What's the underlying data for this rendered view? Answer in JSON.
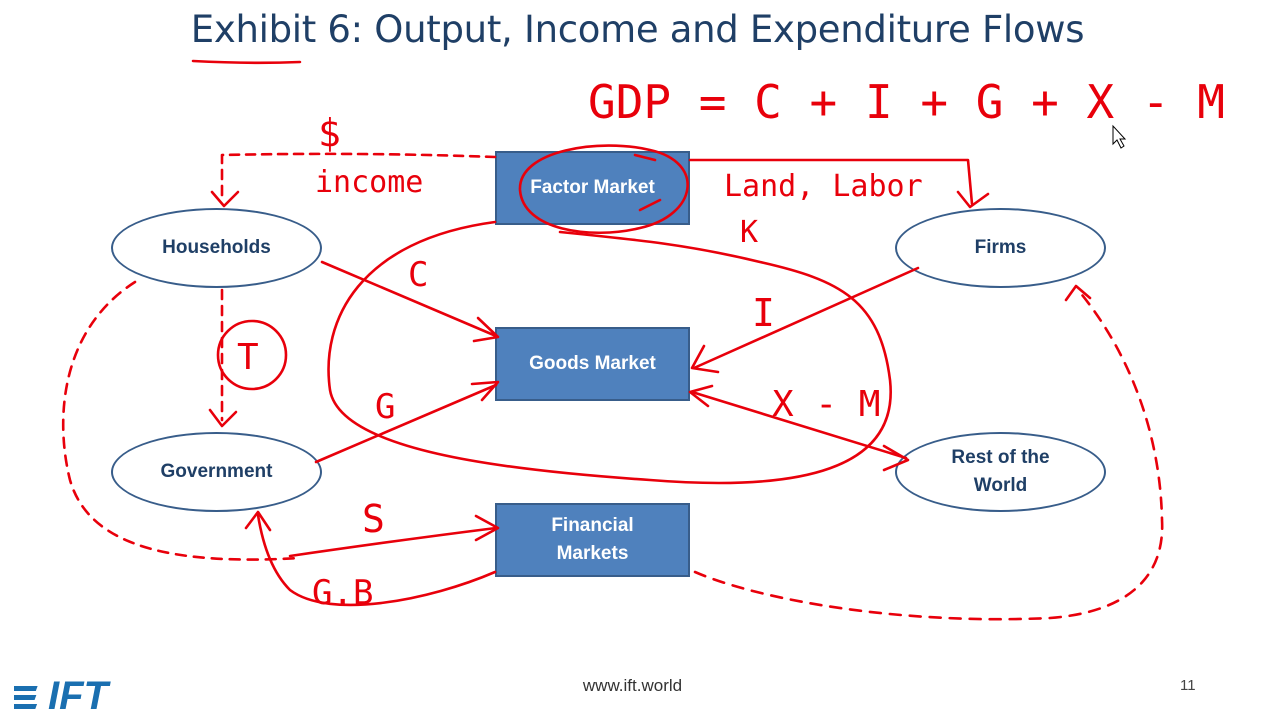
{
  "slide": {
    "title": "Exhibit 6: Output, Income and Expenditure Flows",
    "footer_url": "www.ift.world",
    "page_number": "11",
    "logo_text": "IFT"
  },
  "nodes": {
    "households": "Households",
    "firms": "Firms",
    "government": "Government",
    "rest_of_world_line1": "Rest of the",
    "rest_of_world_line2": "World",
    "factor_market": "Factor Market",
    "goods_market": "Goods Market",
    "financial_markets_line1": "Financial",
    "financial_markets_line2": "Markets"
  },
  "annotations": {
    "equation": "GDP = C + I + G + X - M",
    "dollar": "$",
    "income": "income",
    "land_labor": "Land, Labor",
    "capital": "K",
    "consumption": "C",
    "investment": "I",
    "taxes": "T",
    "government_spending": "G",
    "net_exports": "X - M",
    "savings": "S",
    "government_borrowing": "G.B"
  },
  "colors": {
    "title": "#1f3f66",
    "box_fill": "#4f81bd",
    "box_border": "#385d8a",
    "ink": "#e8000b"
  }
}
